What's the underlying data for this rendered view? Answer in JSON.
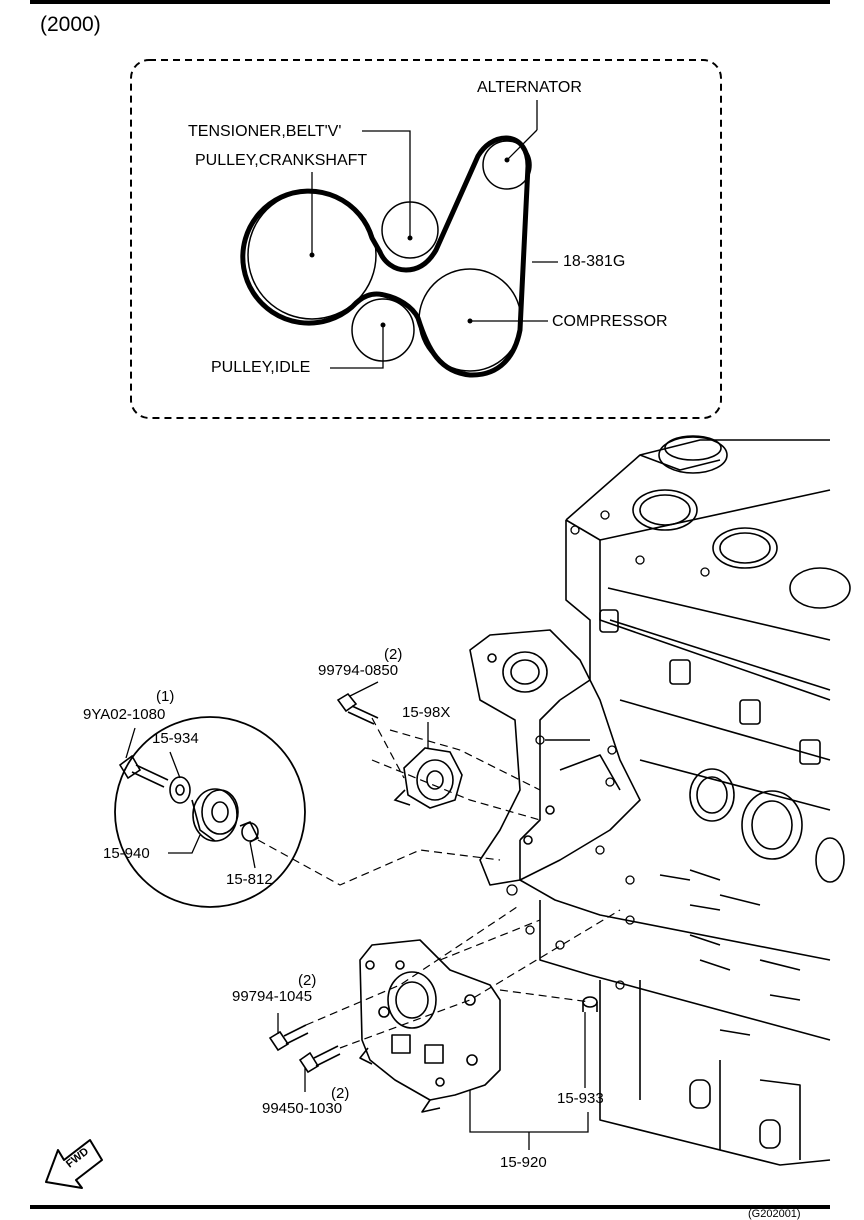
{
  "header": {
    "variant": "(2000)"
  },
  "belt_diagram": {
    "labels": {
      "alternator": "ALTERNATOR",
      "tensioner": "TENSIONER,BELT'V'",
      "crankshaft": "PULLEY,CRANKSHAFT",
      "belt_part": "18-381G",
      "compressor": "COMPRESSOR",
      "idle": "PULLEY,IDLE"
    }
  },
  "parts": {
    "bolt_850": {
      "number": "99794-0850",
      "qty": "(2)"
    },
    "tensioner_assy": {
      "number": "15-98X"
    },
    "bolt_1080": {
      "number": "9YA02-1080",
      "qty": "(1)"
    },
    "washer": {
      "number": "15-934"
    },
    "idler_pulley": {
      "number": "15-940"
    },
    "bushing": {
      "number": "15-812"
    },
    "bolt_1045": {
      "number": "99794-1045",
      "qty": "(2)"
    },
    "bolt_1030": {
      "number": "99450-1030",
      "qty": "(2)"
    },
    "dowel": {
      "number": "15-933"
    },
    "bracket": {
      "number": "15-920"
    }
  },
  "fwd_badge": "FWD",
  "footer_code": "(G202001)"
}
